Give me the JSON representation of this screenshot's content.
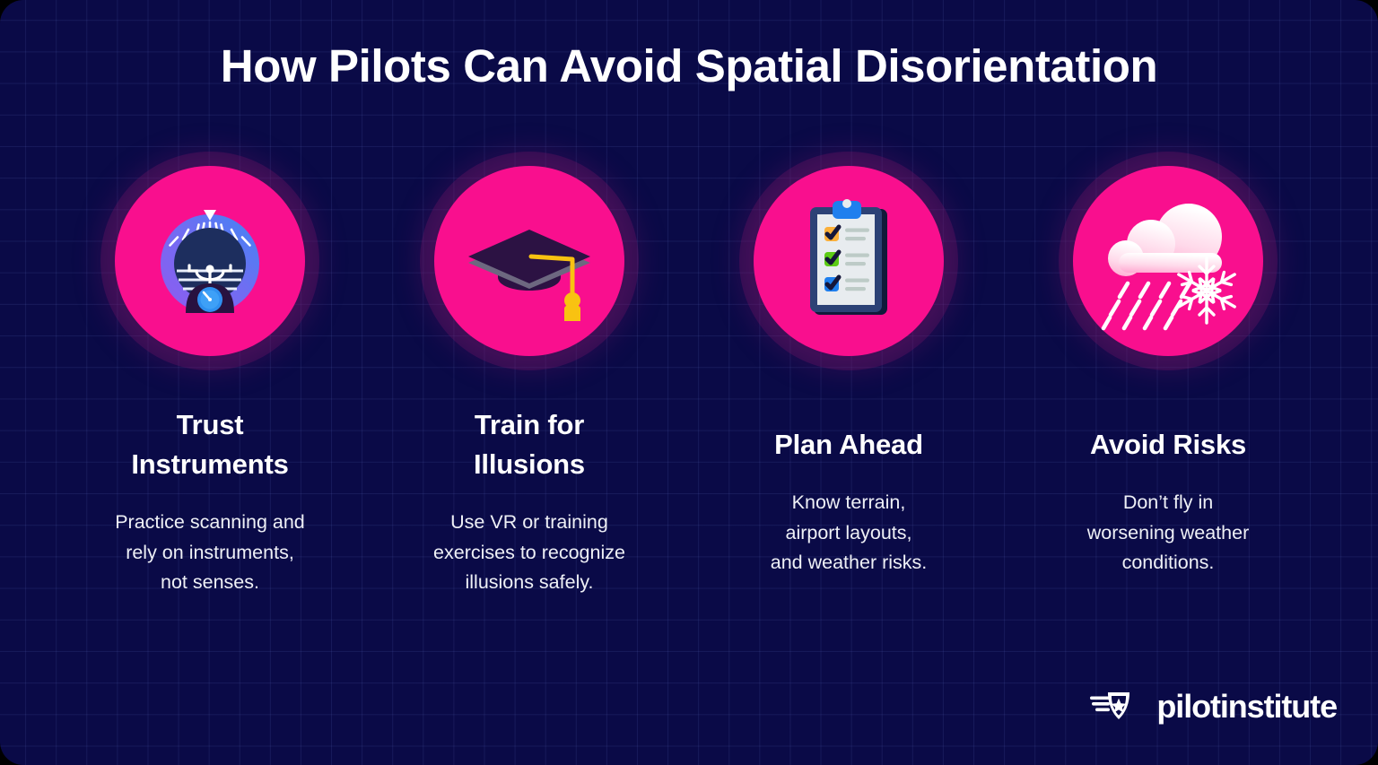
{
  "page": {
    "title": "How Pilots Can Avoid Spatial Disorientation",
    "background_color": "#0a0a47",
    "accent_color": "#f90f8e",
    "text_color": "#ffffff",
    "grid_line_color": "#15155a"
  },
  "columns": [
    {
      "icon": "attitude-indicator-icon",
      "heading_line1": "Trust",
      "heading_line2": "Instruments",
      "body_line1": "Practice scanning and",
      "body_line2": "rely on instruments,",
      "body_line3": "not senses."
    },
    {
      "icon": "graduation-cap-icon",
      "heading_line1": "Train for",
      "heading_line2": "Illusions",
      "body_line1": "Use VR or training",
      "body_line2": "exercises to recognize",
      "body_line3": "illusions safely."
    },
    {
      "icon": "clipboard-checklist-icon",
      "heading_line1": "Plan Ahead",
      "heading_line2": "",
      "body_line1": "Know terrain,",
      "body_line2": "airport layouts,",
      "body_line3": "and weather risks."
    },
    {
      "icon": "rain-snow-cloud-icon",
      "heading_line1": "Avoid Risks",
      "heading_line2": "",
      "body_line1": "Don’t fly in",
      "body_line2": "worsening weather",
      "body_line3": "conditions."
    }
  ],
  "logo": {
    "mark": "winged-shield-star-icon",
    "text": "pilotinstitute"
  },
  "icon_colors": {
    "checkbox_orange": "#fbb03b",
    "checkbox_green": "#5dcc15",
    "checkbox_blue": "#1f7fee",
    "clipboard_paper": "#e8ecef",
    "clipboard_frame": "#253a6e",
    "tassel_gold": "#f9c211",
    "cap_dark": "#2c1243",
    "cloud_white": "#ffffff",
    "gauge_blue": "#2f90f0"
  }
}
